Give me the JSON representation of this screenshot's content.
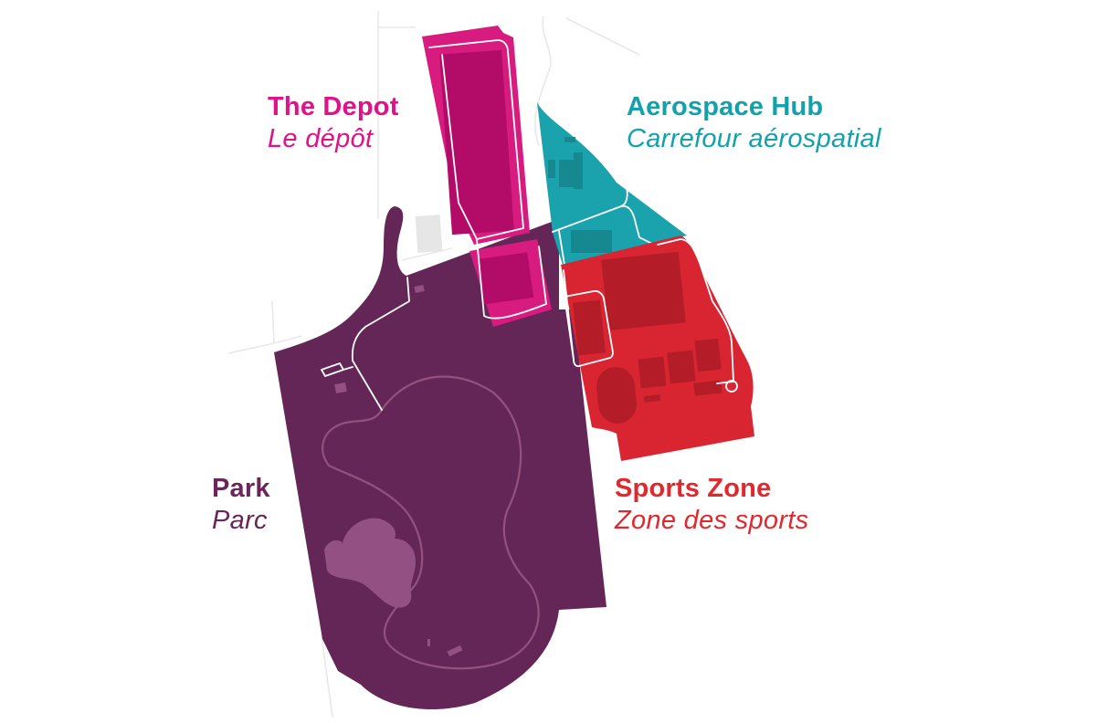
{
  "map": {
    "background": "#ffffff",
    "zones": [
      {
        "id": "depot",
        "name_en": "The Depot",
        "name_fr": "Le dépôt",
        "color": "#d81b7f",
        "building_color": "#b30b68",
        "label_color": "#e0128a"
      },
      {
        "id": "aerospace",
        "name_en": "Aerospace Hub",
        "name_fr": "Carrefour aérospatial",
        "color": "#1aa3ad",
        "building_color": "#158890",
        "label_color": "#13a1ab"
      },
      {
        "id": "sports",
        "name_en": "Sports Zone",
        "name_fr": "Zone des sports",
        "color": "#d92532",
        "building_color": "#b41d28",
        "label_color": "#e0282f"
      },
      {
        "id": "park",
        "name_en": "Park",
        "name_fr": "Parc",
        "color": "#642656",
        "building_color": "#935083",
        "label_color": "#6a2559"
      }
    ],
    "other_colors": {
      "road": "#e8e8e8",
      "neutral_building": "#e6e6e6",
      "path": "#ffffff",
      "park_trail": "#94507f"
    }
  }
}
